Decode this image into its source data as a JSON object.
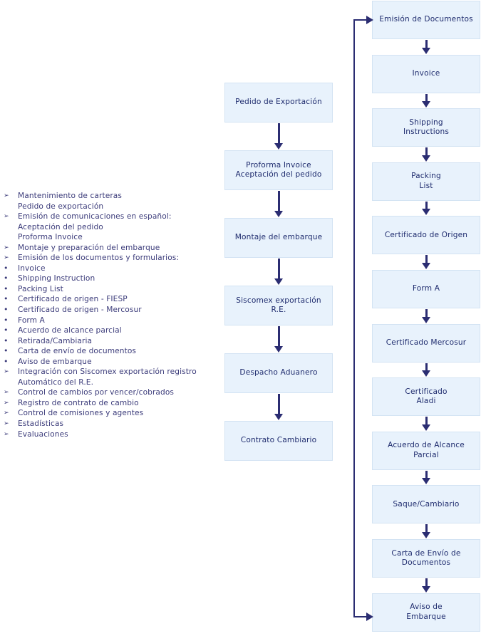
{
  "feature_list": {
    "items": [
      {
        "marker": "arrow",
        "text": "Mantenimiento de carteras"
      },
      {
        "marker": "none",
        "text": "Pedido de exportación"
      },
      {
        "marker": "arrow",
        "text": "Emisión de comunicaciones en español:"
      },
      {
        "marker": "none",
        "text": "Aceptación del pedido"
      },
      {
        "marker": "none",
        "text": "Proforma Invoice"
      },
      {
        "marker": "arrow",
        "text": "Montaje y preparación del embarque"
      },
      {
        "marker": "arrow",
        "text": "Emisión de los documentos y formularios:"
      },
      {
        "marker": "dot",
        "text": "Invoice"
      },
      {
        "marker": "dot",
        "text": "Shipping Instruction"
      },
      {
        "marker": "dot",
        "text": "Packing List"
      },
      {
        "marker": "dot",
        "text": "Certificado de origen - FIESP"
      },
      {
        "marker": "dot",
        "text": "Certificado de origen - Mercosur"
      },
      {
        "marker": "dot",
        "text": "Form A"
      },
      {
        "marker": "dot",
        "text": "Acuerdo de alcance parcial"
      },
      {
        "marker": "dot",
        "text": "Retirada/Cambiaria"
      },
      {
        "marker": "dot",
        "text": "Carta de envío de documentos"
      },
      {
        "marker": "dot",
        "text": "Aviso de embarque"
      },
      {
        "marker": "arrow",
        "text": "Integración con Siscomex exportación registro"
      },
      {
        "marker": "none",
        "text": "Automático del R.E."
      },
      {
        "marker": "arrow",
        "text": "Control de cambios por vencer/cobrados"
      },
      {
        "marker": "arrow",
        "text": "Registro de contrato de cambio"
      },
      {
        "marker": "arrow",
        "text": "Control de comisiones y agentes"
      },
      {
        "marker": "arrow",
        "text": "Estadísticas"
      },
      {
        "marker": "arrow",
        "text": "Evaluaciones"
      }
    ]
  },
  "process_flow": {
    "steps": [
      {
        "label": "Pedido de Exportación"
      },
      {
        "label": "Proforma Invoice\nAceptación del pedido"
      },
      {
        "label": "Montaje del embarque"
      },
      {
        "label": "Siscomex exportación R.E."
      },
      {
        "label": "Despacho Aduanero"
      },
      {
        "label": "Contrato Cambiario"
      }
    ]
  },
  "documents_flow": {
    "steps": [
      {
        "label": "Emisión de Documentos"
      },
      {
        "label": "Invoice"
      },
      {
        "label": "Shipping\nInstructions"
      },
      {
        "label": "Packing\nList"
      },
      {
        "label": "Certificado de Origen"
      },
      {
        "label": "Form A"
      },
      {
        "label": "Certificado Mercosur"
      },
      {
        "label": "Certificado\nAladi"
      },
      {
        "label": "Acuerdo de Alcance Parcial"
      },
      {
        "label": "Saque/Cambiario"
      },
      {
        "label": "Carta de Envío de\nDocumentos"
      },
      {
        "label": "Aviso de\nEmbarque"
      }
    ]
  },
  "colors": {
    "box_fill": "#e8f2fc",
    "box_border": "#d3e3f3",
    "box_text": "#1f2c6e",
    "arrow": "#2b2d72",
    "list_text": "#3b3b7a",
    "background": "#ffffff"
  }
}
